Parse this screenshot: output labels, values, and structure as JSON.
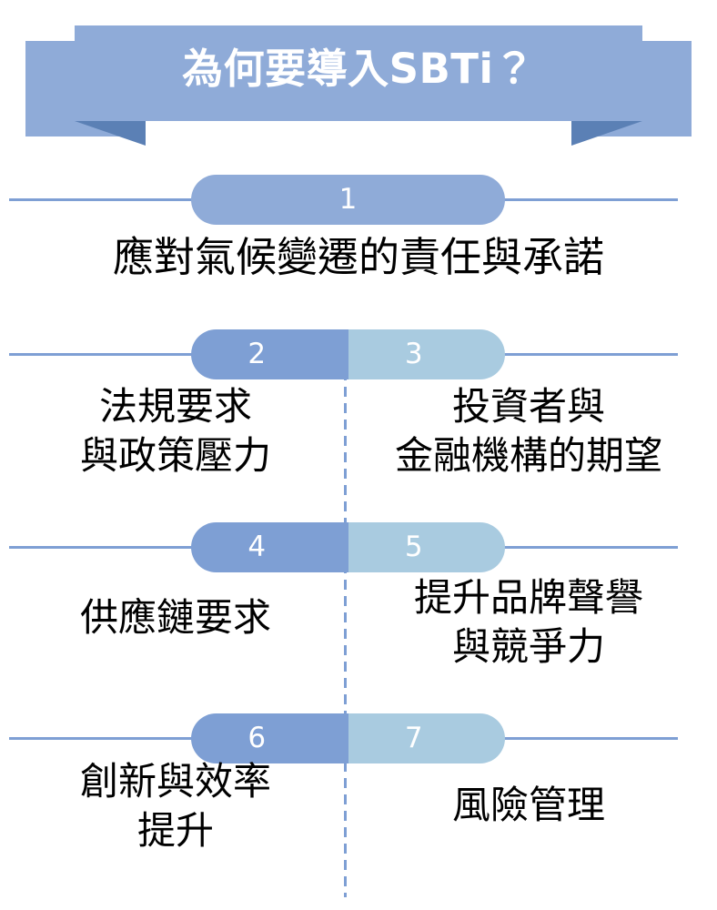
{
  "banner": {
    "title": "為何要導入SBTi？",
    "fill_color": "#8fabd8",
    "fold_color": "#5b80b5",
    "title_color": "#ffffff"
  },
  "theme": {
    "dark_blue": "#7e9fd4",
    "light_blue": "#a9cbe0",
    "pill_solid": "#8fabd8",
    "rail_color": "#7e9fd4",
    "text_color": "#000000",
    "background": "#ffffff"
  },
  "rows": [
    {
      "layout": "single",
      "items": [
        {
          "number": "1",
          "tone": "solid",
          "lines": [
            "應對氣候變遷的責任與承諾"
          ]
        }
      ]
    },
    {
      "layout": "double",
      "items": [
        {
          "number": "2",
          "tone": "dark",
          "lines": [
            "法規要求",
            "與政策壓力"
          ]
        },
        {
          "number": "3",
          "tone": "light",
          "lines": [
            "投資者與",
            "金融機構的期望"
          ]
        }
      ]
    },
    {
      "layout": "double",
      "items": [
        {
          "number": "4",
          "tone": "dark",
          "lines": [
            "供應鏈要求"
          ]
        },
        {
          "number": "5",
          "tone": "light",
          "lines": [
            "提升品牌聲譽",
            "與競爭力"
          ]
        }
      ]
    },
    {
      "layout": "double",
      "items": [
        {
          "number": "6",
          "tone": "dark",
          "lines": [
            "創新與效率",
            "提升"
          ]
        },
        {
          "number": "7",
          "tone": "light",
          "lines": [
            "風險管理"
          ]
        }
      ]
    }
  ]
}
